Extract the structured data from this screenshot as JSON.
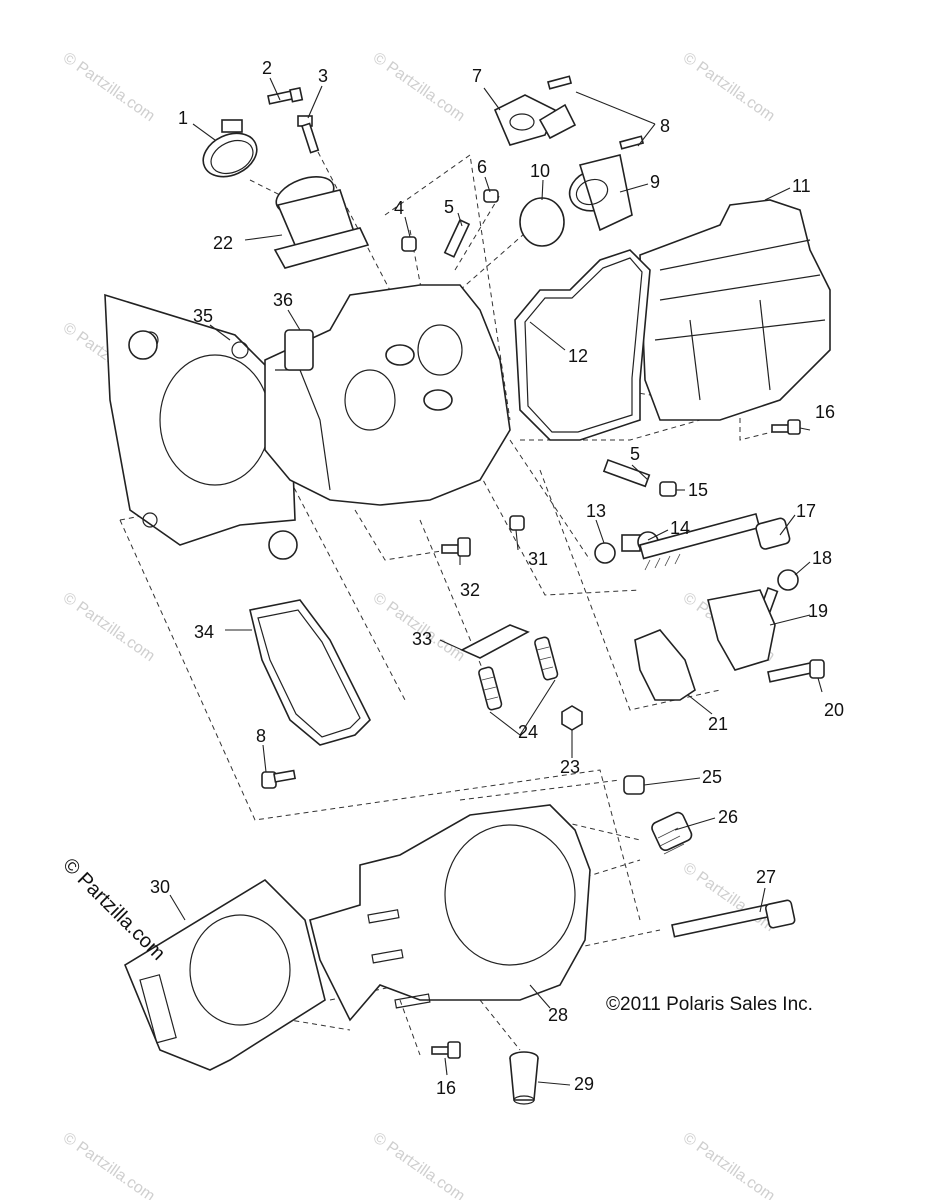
{
  "diagram": {
    "copyright": "©2011 Polaris Sales Inc.",
    "watermark_main": "© Partzilla.com",
    "watermark_repeat": "© Partzilla.com",
    "callouts": {
      "c1": "1",
      "c2": "2",
      "c3": "3",
      "c4": "4",
      "c5a": "5",
      "c5b": "5",
      "c6": "6",
      "c7": "7",
      "c8a": "8",
      "c8b": "8",
      "c9": "9",
      "c10": "10",
      "c11": "11",
      "c12": "12",
      "c13": "13",
      "c14": "14",
      "c15": "15",
      "c16a": "16",
      "c16b": "16",
      "c17": "17",
      "c18": "18",
      "c19": "19",
      "c20": "20",
      "c21": "21",
      "c22": "22",
      "c23": "23",
      "c24": "24",
      "c25": "25",
      "c26": "26",
      "c27": "27",
      "c28": "28",
      "c29": "29",
      "c30": "30",
      "c31": "31",
      "c32": "32",
      "c33": "33",
      "c34": "34",
      "c35": "35",
      "c36": "36"
    }
  }
}
